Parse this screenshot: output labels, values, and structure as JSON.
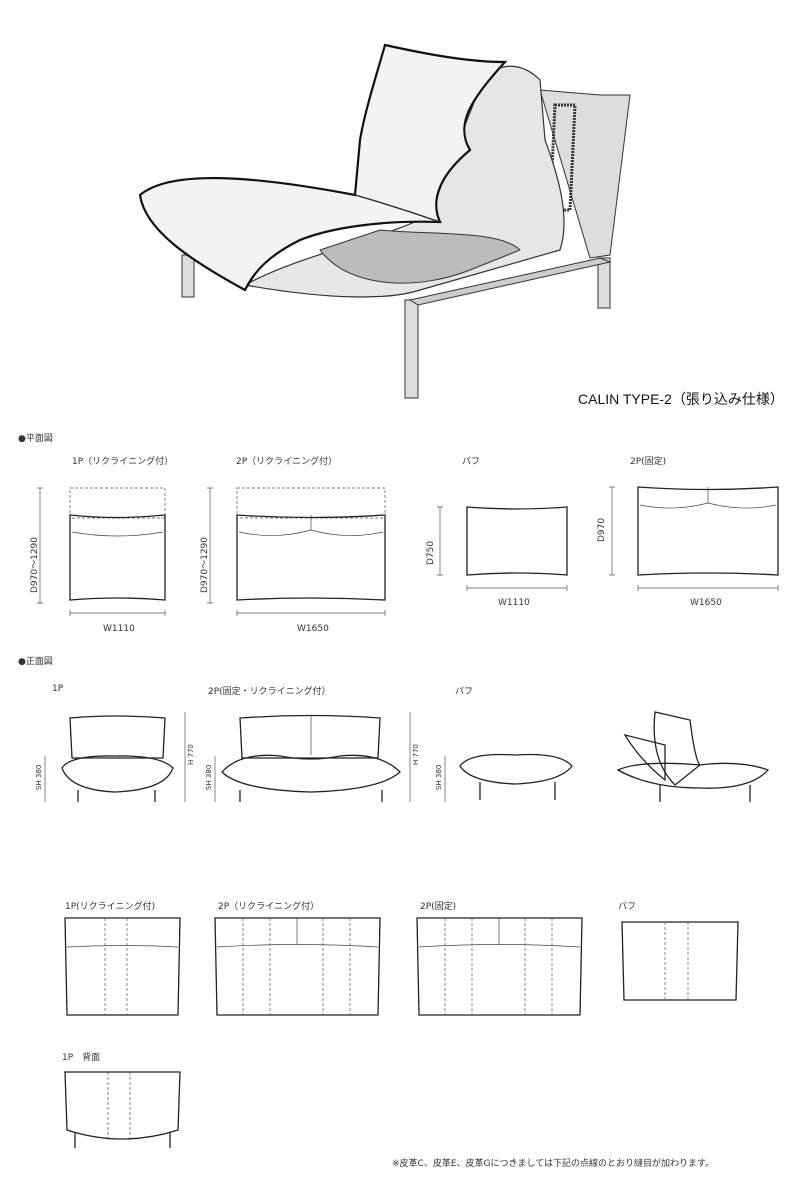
{
  "title": "CALIN TYPE-2（張り込み仕様）",
  "plan_view": {
    "heading": "●平面図",
    "items": [
      {
        "label": "1P（リクライニング付）",
        "depth": "D970～1290",
        "width": "W1110"
      },
      {
        "label": "2P（リクライニング付）",
        "depth": "D970～1290",
        "width": "W1650"
      },
      {
        "label": "パフ",
        "depth": "D750",
        "width": "W1110"
      },
      {
        "label": "2P(固定)",
        "depth": "D970",
        "width": "W1650"
      }
    ]
  },
  "front_view": {
    "heading": "●正面図",
    "items": [
      {
        "label": "1P",
        "seat_height": "SH 380",
        "height": "H 770"
      },
      {
        "label": "2P(固定・リクライニング付）",
        "seat_height": "SH 380",
        "height": "H 770"
      },
      {
        "label": "パフ",
        "seat_height": "SH 380"
      }
    ]
  },
  "seam_views": {
    "items": [
      {
        "label": "1P(リクライニング付)"
      },
      {
        "label": "2P（リクライニング付）"
      },
      {
        "label": "2P(固定)"
      },
      {
        "label": "パフ"
      }
    ],
    "back_label": "1P　背面"
  },
  "footnote": "※皮革C、皮革E、皮革Gにつきましては下記の点線のとおり縫目が加わります。"
}
